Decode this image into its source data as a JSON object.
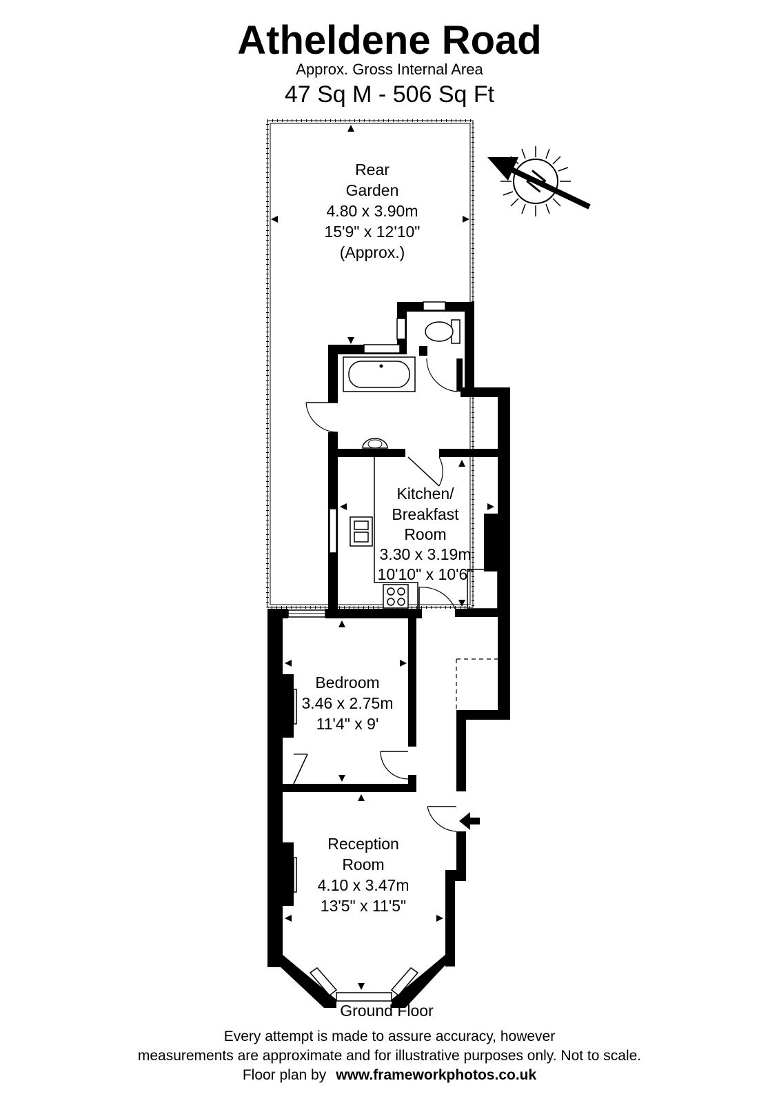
{
  "header": {
    "title": "Atheldene Road",
    "subtitle": "Approx. Gross Internal Area",
    "area": "47 Sq M  -  506 Sq Ft"
  },
  "compass": {
    "label": "N"
  },
  "rooms": {
    "garden": [
      "Rear",
      "Garden",
      "4.80 x 3.90m",
      "15'9\" x 12'10\"",
      "(Approx.)"
    ],
    "kitchen": [
      "Kitchen/",
      "Breakfast",
      "Room",
      "3.30 x 3.19m",
      "10'10\" x 10'6\""
    ],
    "bedroom": [
      "Bedroom",
      "3.46 x 2.75m",
      "11'4\" x 9'"
    ],
    "reception": [
      "Reception",
      "Room",
      "4.10 x 3.47m",
      "13'5\" x 11'5\""
    ]
  },
  "floor_label": "Ground Floor",
  "disclaimer": {
    "line1": "Every attempt is made to assure accuracy, however",
    "line2": "measurements are approximate and for illustrative purposes only. Not to scale.",
    "credit_prefix": "Floor plan by",
    "credit_url": "www.frameworkphotos.co.uk"
  },
  "icons": [
    "compass-icon",
    "entrance-arrow-icon",
    "bath-icon",
    "toilet-icon",
    "basin-icon",
    "sink-icon",
    "hob-icon"
  ]
}
